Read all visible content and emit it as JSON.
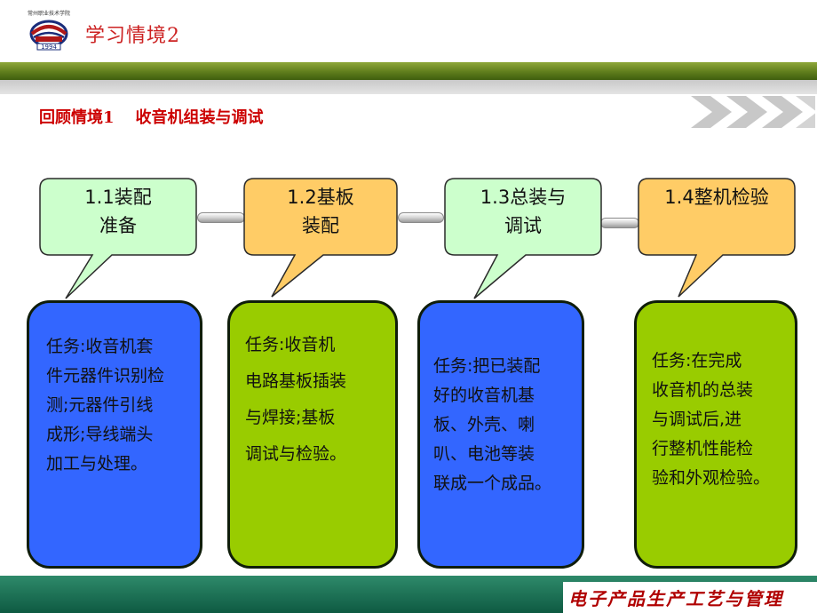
{
  "header": {
    "title": "学习情境2",
    "logo": {
      "name": "school-emblem-logo",
      "top_text": "常州职业技术学院",
      "year": "1994"
    }
  },
  "subtitle": {
    "left": "回顾情境1",
    "right": "收音机组装与调试"
  },
  "steps": [
    {
      "title_line1": "1.1装配",
      "title_line2": "准备",
      "color": "#ccffcc",
      "task_lines": [
        "任务:收音机套",
        "件元器件识别检",
        "测;元器件引线",
        "成形;导线端头",
        "加工与处理。"
      ],
      "task_color": "#3366ff"
    },
    {
      "title_line1": "1.2基板",
      "title_line2": "装配",
      "color": "#ffcc66",
      "task_lines": [
        "任务:收音机",
        "电路基板插装",
        "与焊接;基板",
        "调试与检验。"
      ],
      "task_color": "#99cc00"
    },
    {
      "title_line1": "1.3总装与",
      "title_line2": "调试",
      "color": "#ccffcc",
      "task_lines": [
        "任务:把已装配",
        "好的收音机基",
        "板、外壳、喇",
        "叭、电池等装",
        "联成一个成品。"
      ],
      "task_color": "#3366ff"
    },
    {
      "title_line1": "1.4整机检验",
      "title_line2": "",
      "color": "#ffcc66",
      "task_lines": [
        "任务:在完成",
        "收音机的总装",
        "与调试后,进",
        "行整机性能检",
        "验和外观检验。"
      ],
      "task_color": "#99cc00"
    }
  ],
  "footer": {
    "text": "电子产品生产工艺与管理"
  }
}
